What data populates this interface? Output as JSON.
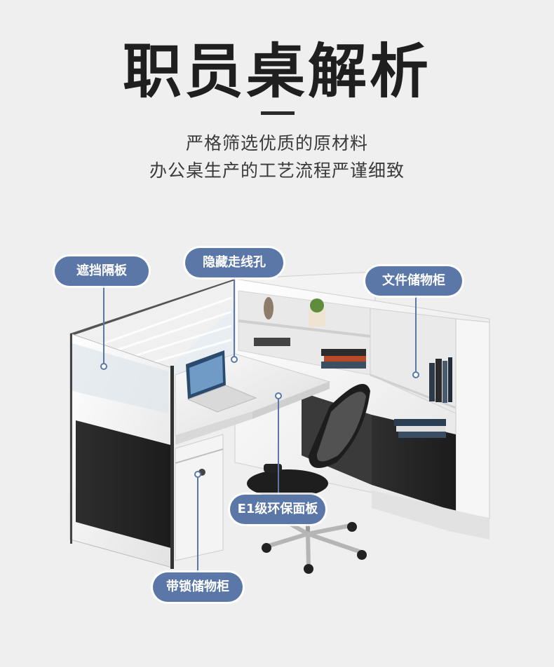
{
  "header": {
    "title": "职员桌解析",
    "subtitle_line1": "严格筛选优质的原材料",
    "subtitle_line2": "办公桌生产的工艺流程严谨细致"
  },
  "callouts": [
    {
      "id": "screen",
      "label": "遮挡隔板"
    },
    {
      "id": "cable-hole",
      "label": "隐藏走线孔"
    },
    {
      "id": "file-cabinet",
      "label": "文件储物柜"
    },
    {
      "id": "panel",
      "label": "E1级环保面板"
    },
    {
      "id": "lock-cabinet",
      "label": "带锁储物柜"
    }
  ],
  "colors": {
    "background": "#efefef",
    "callout": "#5a77a8",
    "title": "#1f1f1f",
    "panel_dark": "#2a2a2a"
  }
}
